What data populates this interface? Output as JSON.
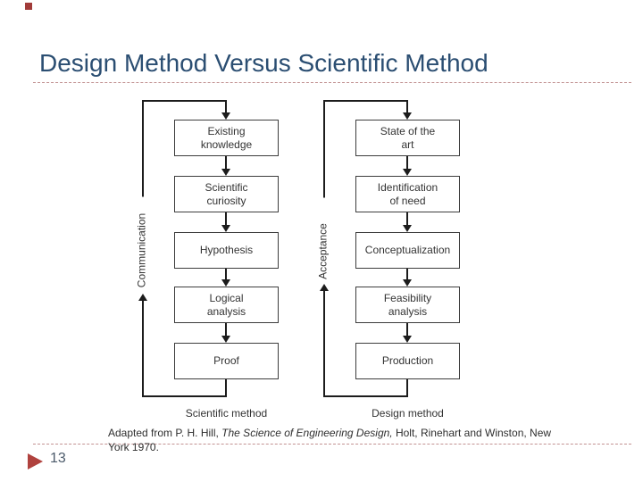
{
  "slide": {
    "title": "Design Method Versus Scientific Method",
    "page_number": "13"
  },
  "diagram": {
    "left": {
      "feedback_label": "Communication",
      "caption": "Scientific method",
      "boxes": [
        {
          "lines": [
            "Existing",
            "knowledge"
          ]
        },
        {
          "lines": [
            "Scientific",
            "curiosity"
          ]
        },
        {
          "lines": [
            "Hypothesis"
          ]
        },
        {
          "lines": [
            "Logical",
            "analysis"
          ]
        },
        {
          "lines": [
            "Proof"
          ]
        }
      ]
    },
    "right": {
      "feedback_label": "Acceptance",
      "caption": "Design method",
      "boxes": [
        {
          "lines": [
            "State of the",
            "art"
          ]
        },
        {
          "lines": [
            "Identification",
            "of need"
          ]
        },
        {
          "lines": [
            "Conceptualization"
          ]
        },
        {
          "lines": [
            "Feasibility",
            "analysis"
          ]
        },
        {
          "lines": [
            "Production"
          ]
        }
      ]
    }
  },
  "footer": {
    "citation_pre": "Adapted from P. H. Hill, ",
    "citation_italic": "The Science of Engineering Design,",
    "citation_post": " Holt, Rinehart and Winston, New",
    "citation_line2": "York 1970."
  },
  "colors": {
    "title_text": "#2b4e72",
    "dashed_rule": "#c29292",
    "accent_red": "#b0423e",
    "page_number_text": "#4c5b6b",
    "diagram_ink": "#1c1c1c",
    "diagram_text": "#333333"
  }
}
